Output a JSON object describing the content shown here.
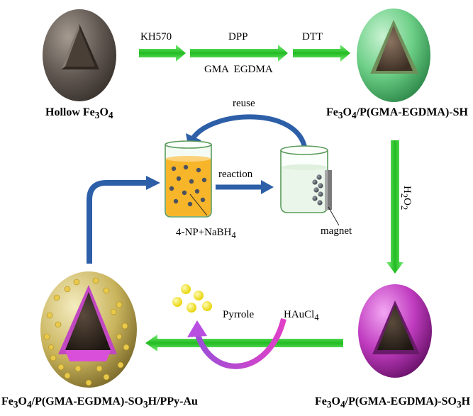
{
  "labels": {
    "hollow": {
      "main": "Hollow Fe",
      "s1": "3",
      "m1": "O",
      "s2": "4"
    },
    "sh": {
      "a": "Fe",
      "s1": "3",
      "b": "O",
      "s2": "4",
      "c": "/P(GMA-EGDMA)-SH"
    },
    "so3h": {
      "a": "Fe",
      "s1": "3",
      "b": "O",
      "s2": "4",
      "c": "/P(GMA-EGDMA)-SO",
      "s3": "3",
      "d": "H"
    },
    "ppyau": {
      "a": "Fe",
      "s1": "3",
      "b": "O",
      "s2": "4",
      "c": "/P(GMA-EGDMA)-SO",
      "s3": "3",
      "d": "H/PPy-Au"
    },
    "kh570": "KH570",
    "dpp": "DPP",
    "dtt": "DTT",
    "gma": "GMA  EGDMA",
    "reuse": "reuse",
    "reaction": "reaction",
    "np": {
      "a": "4-NP+NaBH",
      "s": "4"
    },
    "magnet": "magnet",
    "h2o2": {
      "a": "H",
      "s1": "2",
      "b": "O",
      "s2": "2"
    },
    "pyrrole": "Pyrrole",
    "haucl4": {
      "a": "HAuCl",
      "s": "4"
    }
  },
  "colors": {
    "green_arrow": "#33cc33",
    "blue_arrow": "#2d5fa8",
    "sphere_brown": "#6b6158",
    "sphere_green": "#5bbf7a",
    "sphere_magenta": "#b82ab8",
    "sphere_gold": "#c9b45c",
    "gold_dots": "#ffee00",
    "solution": "#f7b52a"
  }
}
